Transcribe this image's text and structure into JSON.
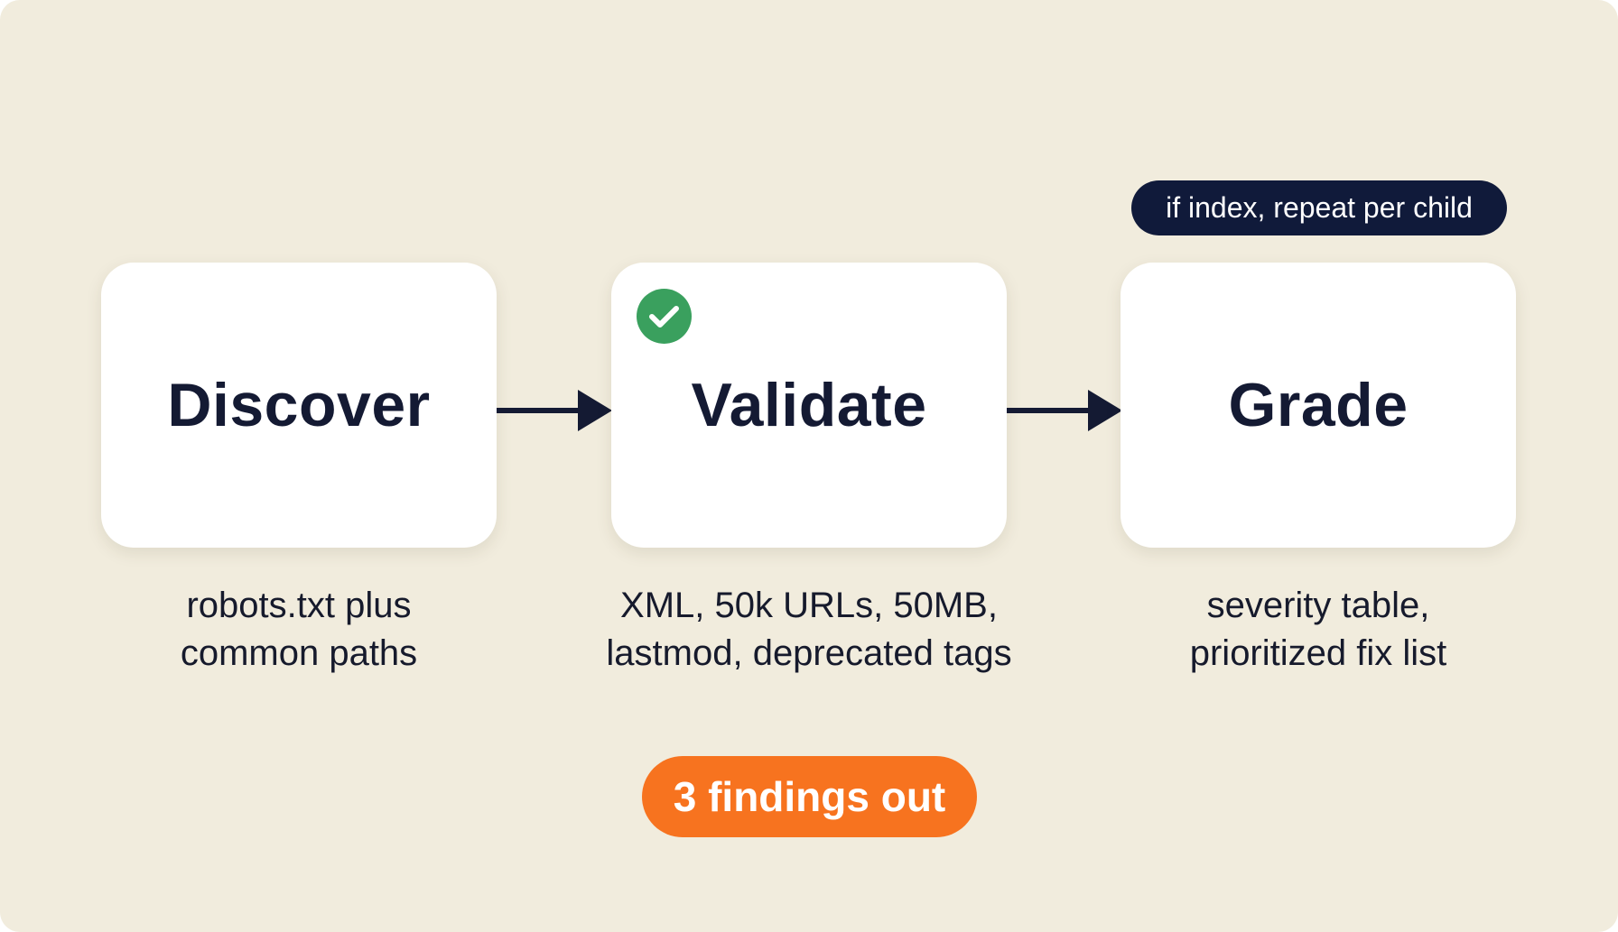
{
  "diagram": {
    "note": "if index, repeat per child",
    "steps": [
      {
        "title": "Discover",
        "caption": [
          "robots.txt plus",
          "common paths"
        ]
      },
      {
        "title": "Validate",
        "caption": [
          "XML, 50k URLs, 50MB,",
          "lastmod, deprecated tags"
        ],
        "badge_icon": "check-icon"
      },
      {
        "title": "Grade",
        "caption": [
          "severity table,",
          "prioritized fix list"
        ]
      }
    ],
    "output": "3 findings out"
  },
  "colors": {
    "background": "#f1ecdd",
    "card": "#ffffff",
    "text": "#141a33",
    "check_badge": "#3aa05e",
    "note_pill": "#101a3a",
    "output_pill": "#f7731f"
  }
}
